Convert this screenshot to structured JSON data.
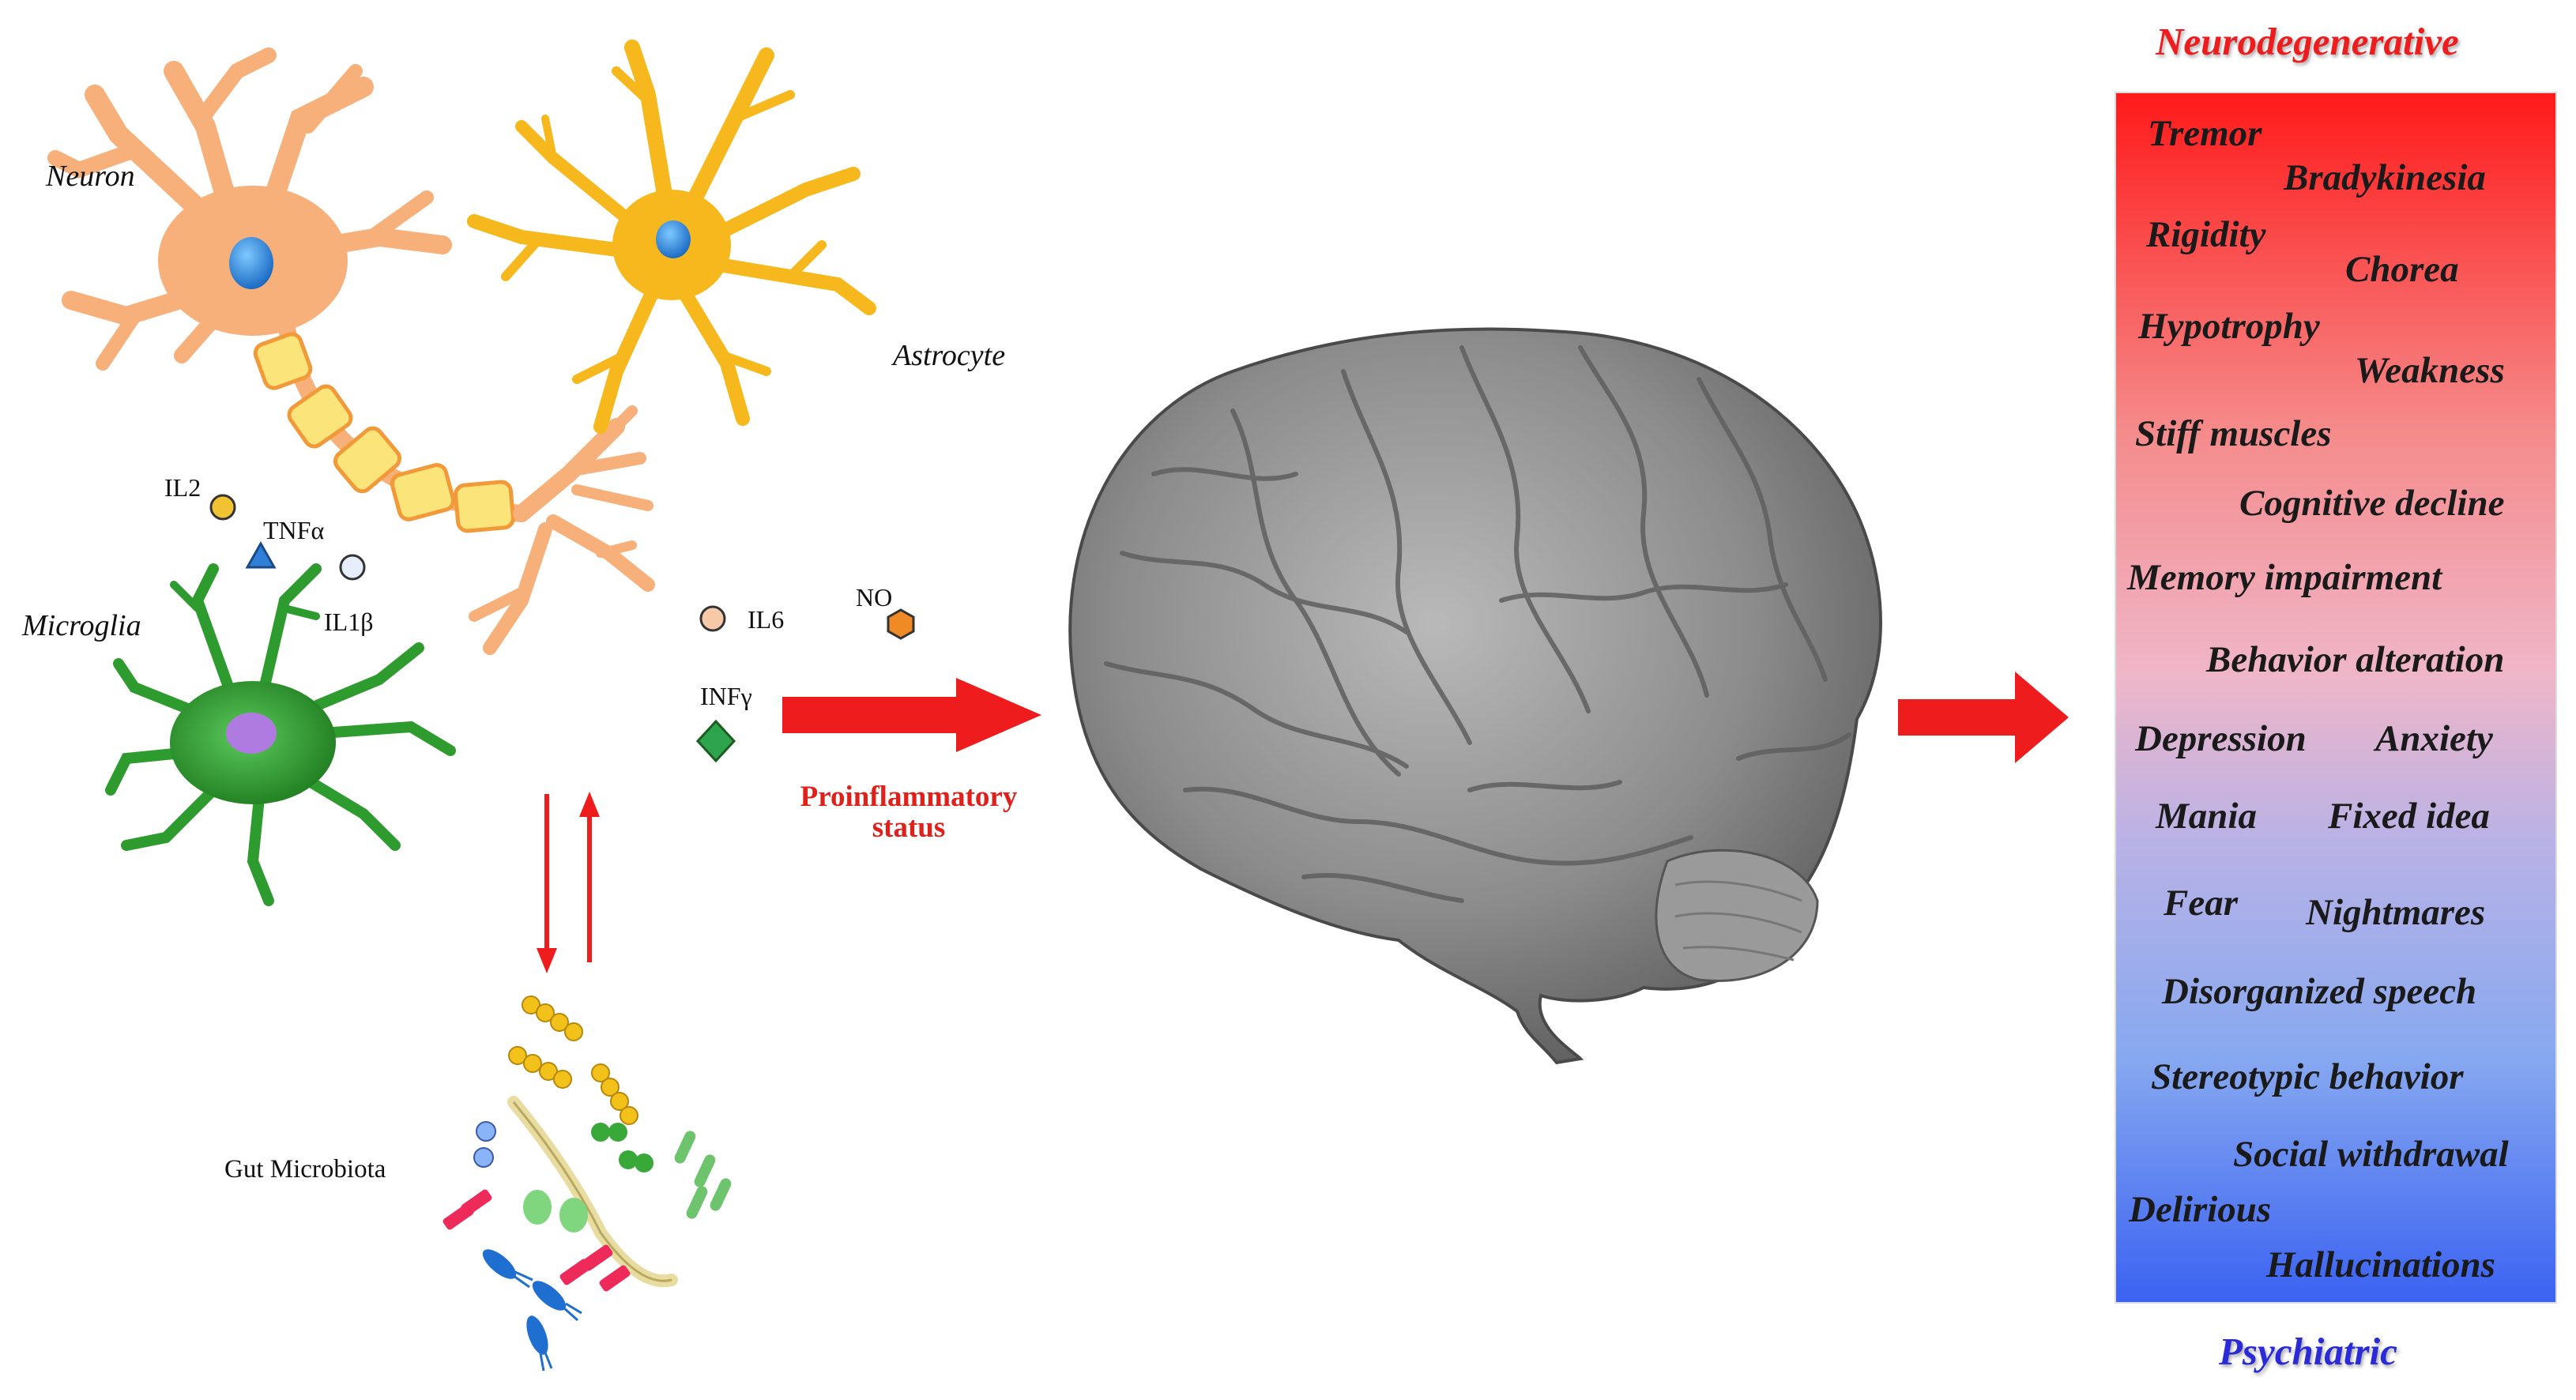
{
  "cells": {
    "neuron": "Neuron",
    "astrocyte": "Astrocyte",
    "microglia": "Microglia",
    "gut_microbiota": "Gut Microbiota"
  },
  "cytokines": {
    "il2": "IL2",
    "tnfa": "TNFα",
    "il1b": "IL1β",
    "il6": "IL6",
    "no": "NO",
    "infg": "INFγ"
  },
  "proinflammatory": {
    "line1": "Proinflammatory",
    "line2": "status"
  },
  "spectrum": {
    "top_label": "Neurodegenerative",
    "bottom_label": "Psychiatric",
    "top_color": "#ff1a1a",
    "bottom_color": "#3b62f2",
    "symptoms": [
      "Tremor",
      "Bradykinesia",
      "Rigidity",
      "Chorea",
      "Hypotrophy",
      "Weakness",
      "Stiff muscles",
      "Cognitive decline",
      "Memory impairment",
      "Behavior alteration",
      "Depression",
      "Anxiety",
      "Mania",
      "Fixed idea",
      "Fear",
      "Nightmares",
      "Disorganized speech",
      "Stereotypic behavior",
      "Social withdrawal",
      "Delirious",
      "Hallucinations"
    ]
  },
  "colors": {
    "arrow": "#ee1c1c",
    "neuron": "#f7b07a",
    "astrocyte": "#f6b81c",
    "microglia": "#2e9b2e",
    "brain": "#8a8a8a"
  },
  "icons": [
    "neuron-icon",
    "astrocyte-icon",
    "microglia-icon",
    "bacteria-icon",
    "brain-icon",
    "arrow-icon"
  ]
}
